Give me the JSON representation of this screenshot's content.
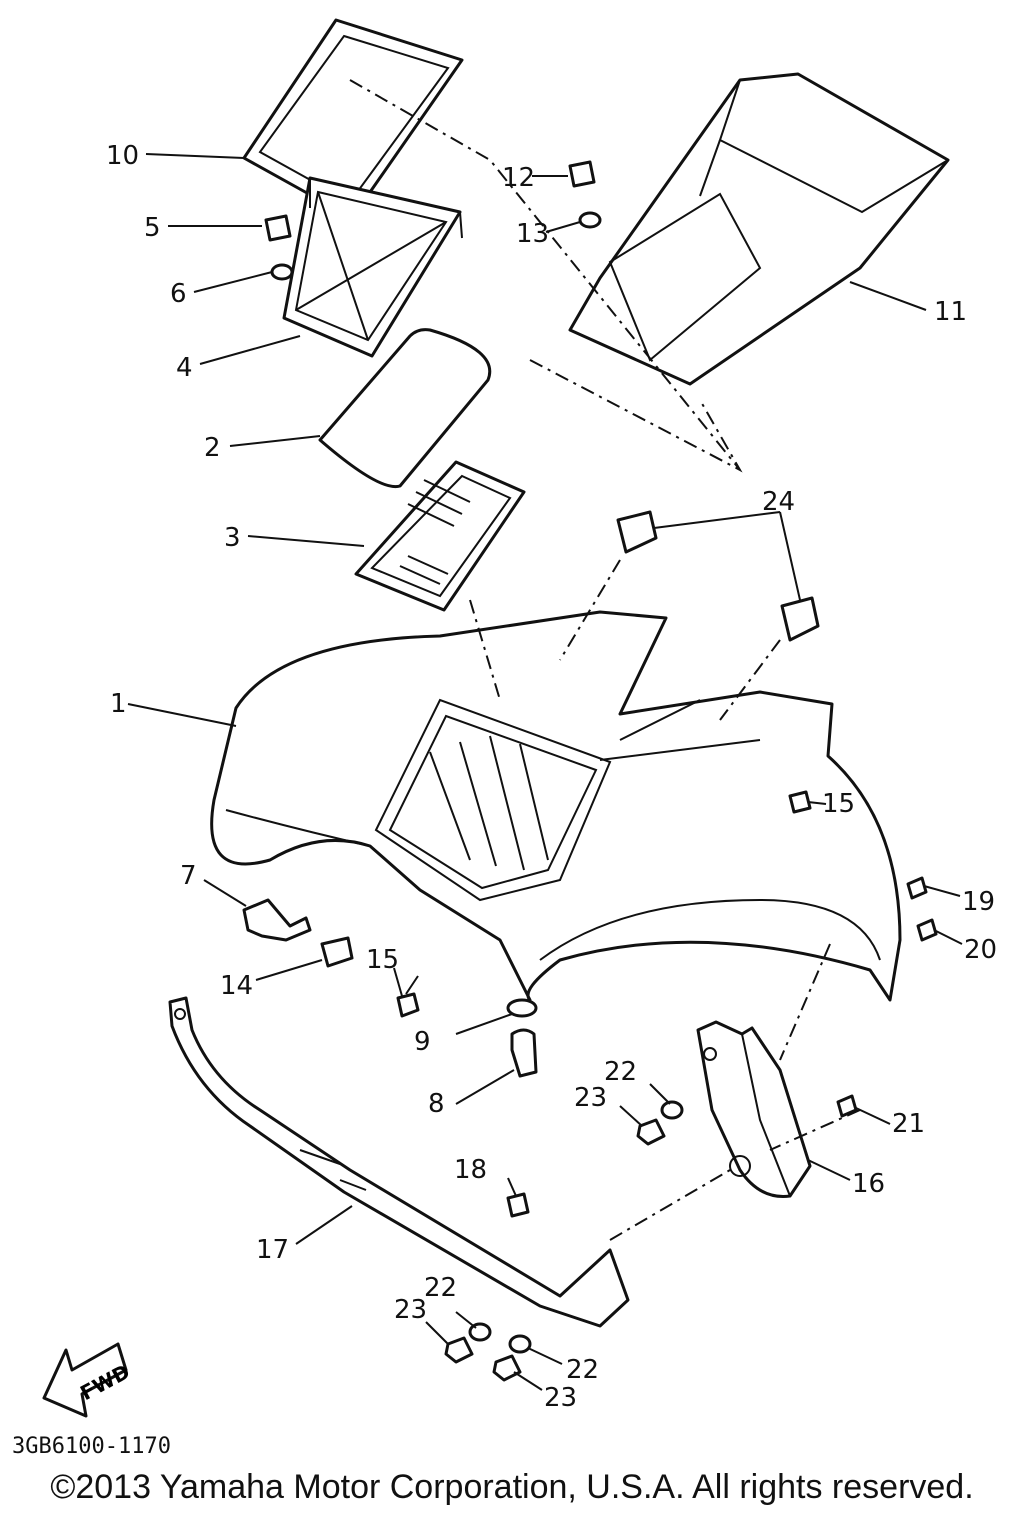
{
  "callouts": {
    "c1": "1",
    "c2": "2",
    "c3": "3",
    "c4": "4",
    "c5": "5",
    "c6": "6",
    "c7": "7",
    "c8": "8",
    "c9": "9",
    "c10": "10",
    "c11": "11",
    "c12": "12",
    "c13": "13",
    "c14": "14",
    "c15a": "15",
    "c15b": "15",
    "c16": "16",
    "c17": "17",
    "c18": "18",
    "c19": "19",
    "c20": "20",
    "c21": "21",
    "c22a": "22",
    "c22b": "22",
    "c22c": "22",
    "c23a": "23",
    "c23b": "23",
    "c23c": "23",
    "c24": "24"
  },
  "fwd_label": "FWD",
  "drawing_code": "3GB6100-1170",
  "copyright": "©2013 Yamaha Motor Corporation, U.S.A. All rights reserved."
}
